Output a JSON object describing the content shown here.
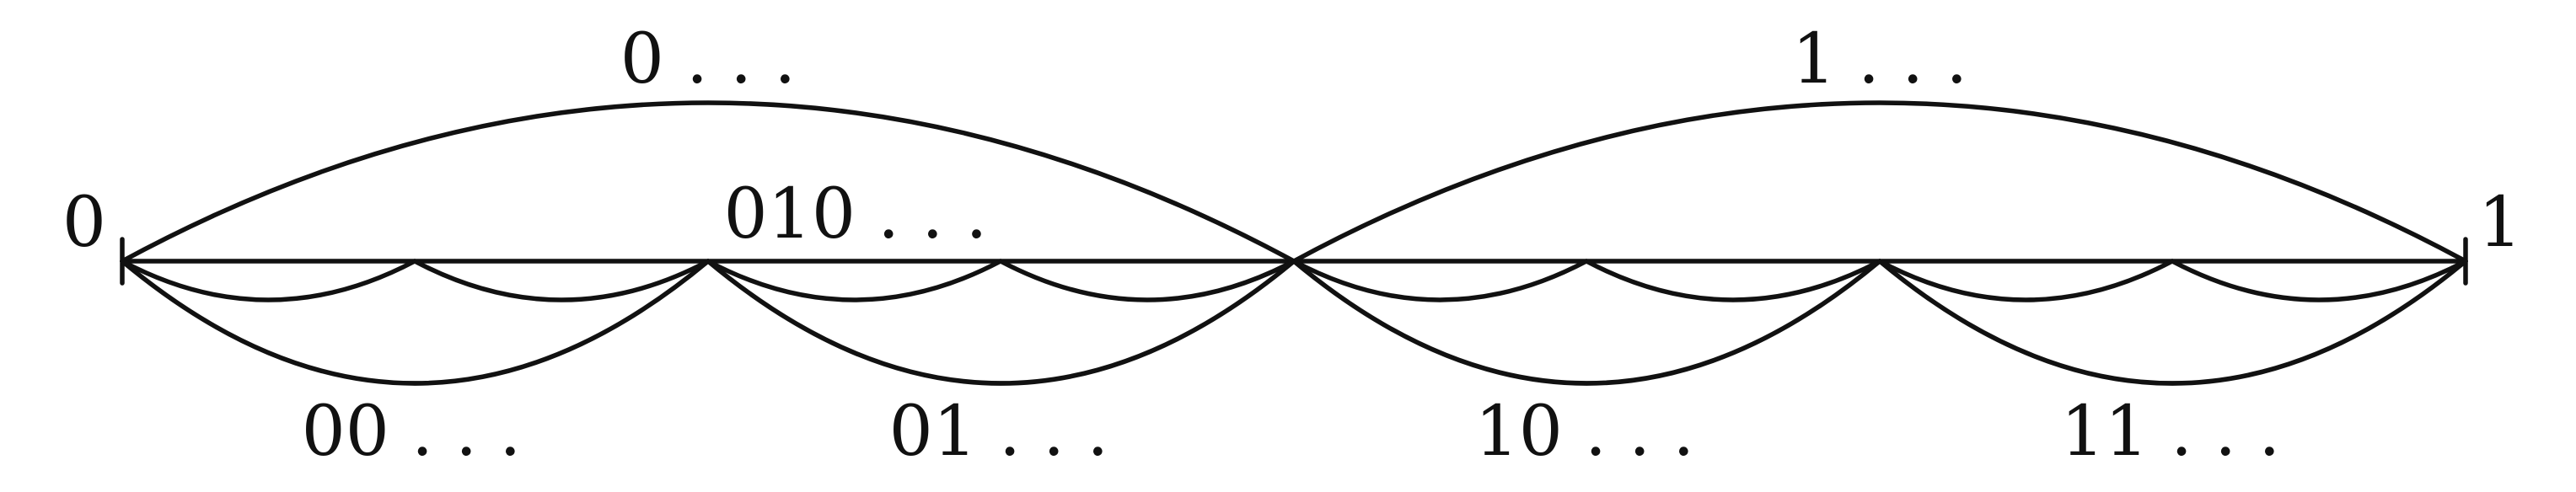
{
  "diagram": {
    "endpoint_left": "0",
    "endpoint_right": "1",
    "level1": [
      {
        "label": "0 . . ."
      },
      {
        "label": "1 . . ."
      }
    ],
    "level2": [
      {
        "label": "00 . . ."
      },
      {
        "label": "01 . . ."
      },
      {
        "label": "10 . . ."
      },
      {
        "label": "11 . . ."
      }
    ],
    "level3_annotation": "010 . . .",
    "level3_segments": 8,
    "line_color": "#111111"
  }
}
